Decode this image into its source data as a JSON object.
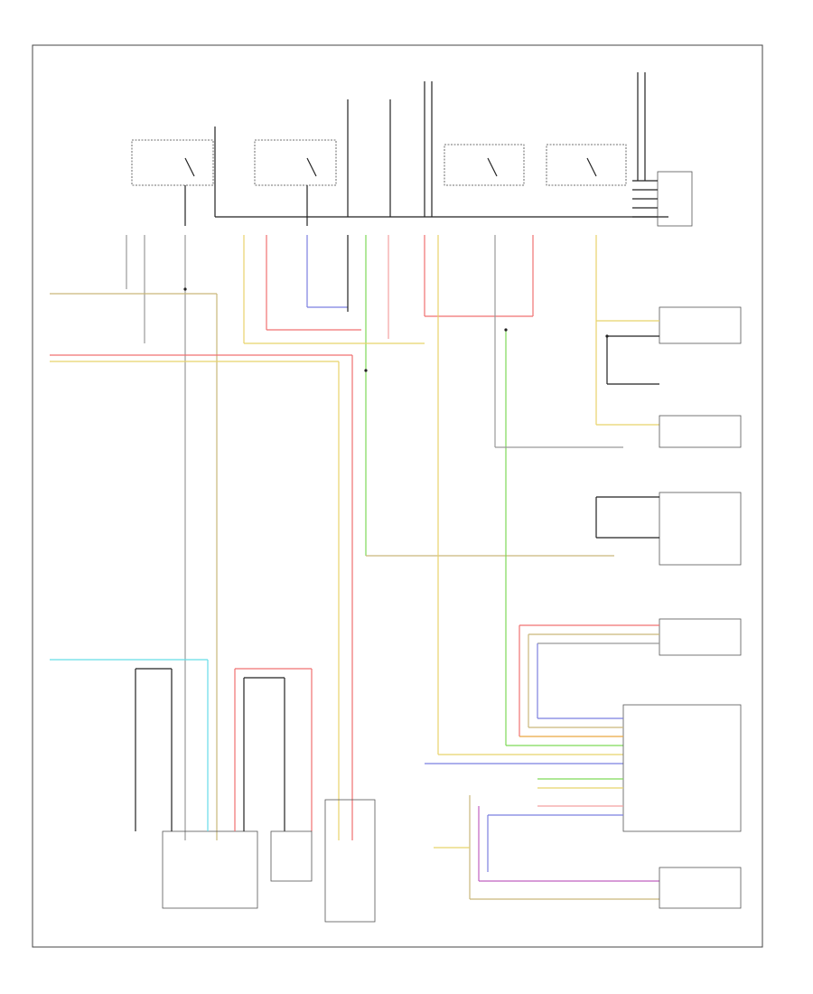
{
  "diagram": {
    "footer_code": "",
    "top_left_note": "",
    "components": [
      {
        "id": "relay-1",
        "label": ""
      },
      {
        "id": "relay-2",
        "label": ""
      },
      {
        "id": "relay-3",
        "label": ""
      },
      {
        "id": "relay-4",
        "label": ""
      },
      {
        "id": "connector-right-top",
        "label": ""
      },
      {
        "id": "sensor-group-1",
        "label": ""
      },
      {
        "id": "sensor-group-2",
        "label": ""
      },
      {
        "id": "sensor-group-3",
        "label": ""
      },
      {
        "id": "pcm-bottom-right",
        "label": ""
      },
      {
        "id": "module-bottom-left",
        "label": ""
      },
      {
        "id": "module-bottom-mid",
        "label": ""
      },
      {
        "id": "module-bottom-mid2",
        "label": ""
      }
    ],
    "colors": {
      "black": "#222222",
      "gray": "#999999",
      "red": "#f07070",
      "yellow": "#e8d36a",
      "green": "#7ed957",
      "blue": "#7b7fe0",
      "cyan": "#66dde8",
      "tan": "#c9b77a",
      "pink": "#f4a0a0",
      "purple": "#c060c0",
      "orange": "#e9a640"
    }
  }
}
